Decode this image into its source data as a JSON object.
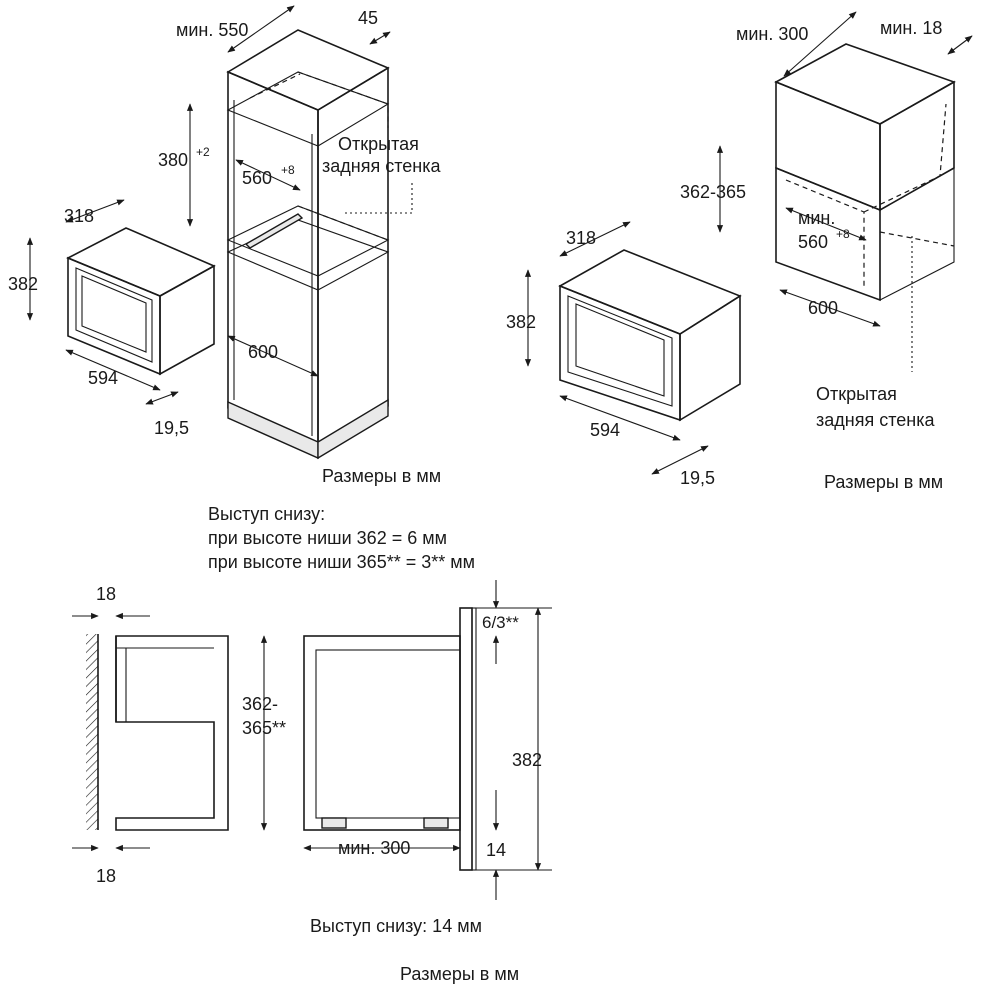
{
  "diagram_a": {
    "labels": {
      "min_550": "мин. 550",
      "d45": "45",
      "d380": "380",
      "d380_tol": "+2",
      "d560": "560",
      "d560_tol": "+8",
      "open_back_1": "Открытая",
      "open_back_2": "задняя стенка",
      "d318": "318",
      "d382": "382",
      "d600": "600",
      "d594": "594",
      "d19_5": "19,5",
      "units": "Размеры в мм"
    }
  },
  "diagram_b": {
    "labels": {
      "min_300": "мин. 300",
      "min_18": "мин. 18",
      "d362_365": "362-365",
      "min": "мин.",
      "d560": "560",
      "d560_tol": "+8",
      "d318": "318",
      "d382": "382",
      "d600": "600",
      "d594": "594",
      "d19_5": "19,5",
      "open_back_1": "Открытая",
      "open_back_2": "задняя стенка",
      "units": "Размеры в мм"
    }
  },
  "diagram_c": {
    "note_1": "Выступ снизу:",
    "note_2": "при высоте ниши 362 = 6 мм",
    "note_3": "при высоте ниши 365** = 3** мм",
    "labels": {
      "d18_top": "18",
      "d18_bottom": "18",
      "d362": "362-",
      "d365": "365**",
      "min_300": "мин. 300",
      "d6_3": "6/3**",
      "d382": "382",
      "d14": "14"
    },
    "bottom_note": "Выступ снизу: 14 мм",
    "units": "Размеры в мм"
  }
}
